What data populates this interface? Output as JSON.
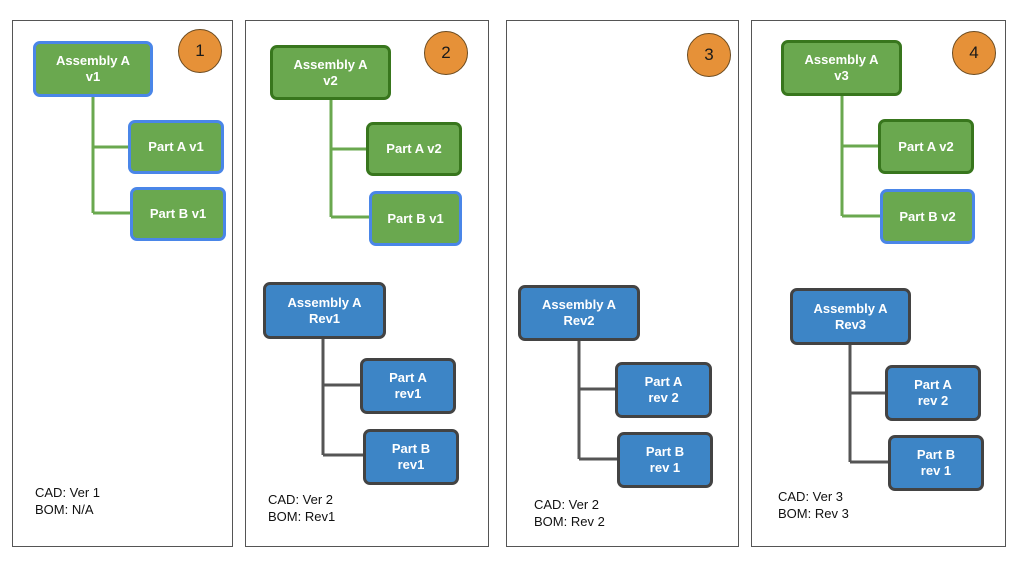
{
  "colors": {
    "cad_fill": "#6aa84f",
    "cad_border": "#38761d",
    "selected_border": "#4a86e8",
    "bom_fill": "#3d85c6",
    "bom_border": "#434343",
    "badge_fill": "#e69138",
    "cad_line": "#6aa84f",
    "bom_line": "#555555"
  },
  "panels": [
    {
      "step": "1",
      "cad_tree": {
        "root": "Assembly A\nv1",
        "children": [
          "Part A v1",
          "Part B v1"
        ]
      },
      "bom_tree": null,
      "status": {
        "cad": "CAD: Ver 1",
        "bom": "BOM: N/A"
      }
    },
    {
      "step": "2",
      "cad_tree": {
        "root": "Assembly A\nv2",
        "children": [
          "Part A v2",
          "Part B v1"
        ]
      },
      "bom_tree": {
        "root": "Assembly A\nRev1",
        "children": [
          "Part A\nrev1",
          "Part B\nrev1"
        ]
      },
      "status": {
        "cad": "CAD: Ver 2",
        "bom": "BOM: Rev1"
      }
    },
    {
      "step": "3",
      "cad_tree": null,
      "bom_tree": {
        "root": "Assembly A\nRev2",
        "children": [
          "Part A\nrev 2",
          "Part B\nrev 1"
        ]
      },
      "status": {
        "cad": "CAD: Ver 2",
        "bom": "BOM: Rev 2"
      }
    },
    {
      "step": "4",
      "cad_tree": {
        "root": "Assembly A\nv3",
        "children": [
          "Part A v2",
          "Part B v2"
        ]
      },
      "bom_tree": {
        "root": "Assembly A\nRev3",
        "children": [
          "Part A\nrev 2",
          "Part B\nrev 1"
        ]
      },
      "status": {
        "cad": "CAD: Ver 3",
        "bom": "BOM: Rev 3"
      }
    }
  ]
}
